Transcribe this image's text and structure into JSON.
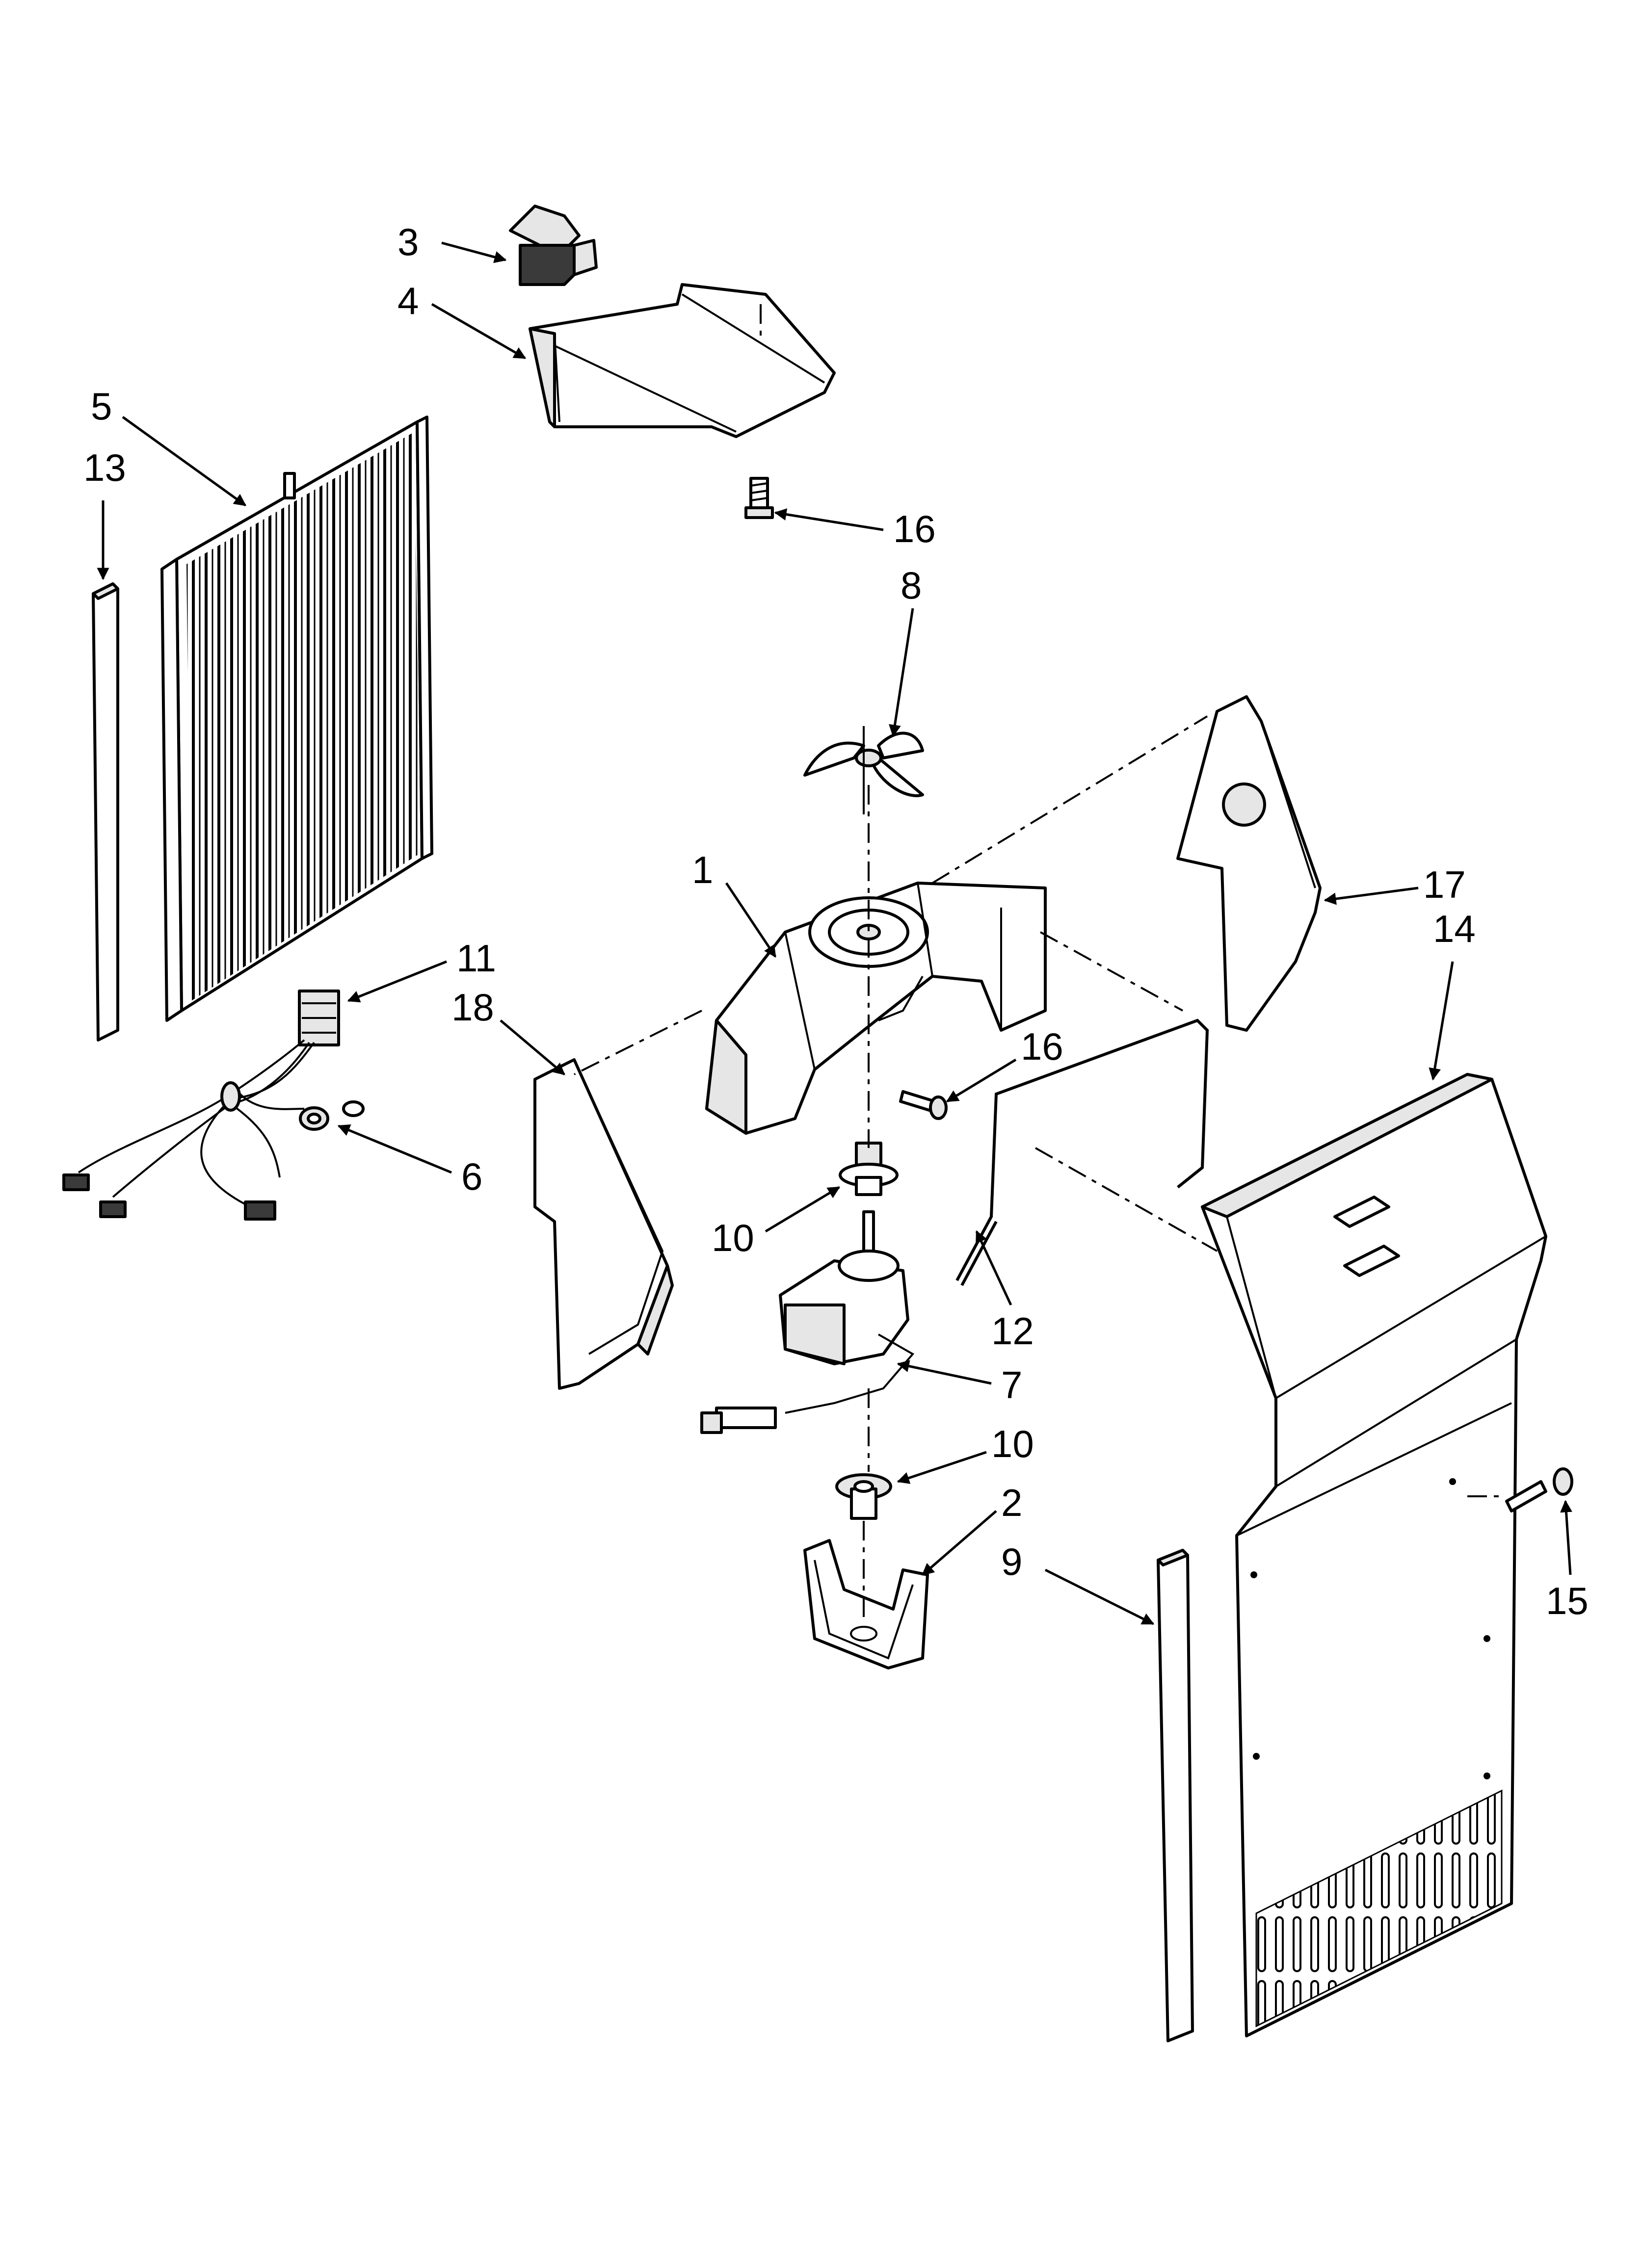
{
  "callouts": {
    "c1": "1",
    "c2": "2",
    "c3": "3",
    "c4": "4",
    "c5": "5",
    "c6": "6",
    "c7": "7",
    "c8": "8",
    "c9": "9",
    "c10a": "10",
    "c10b": "10",
    "c11": "11",
    "c12": "12",
    "c13": "13",
    "c14": "14",
    "c15": "15",
    "c16a": "16",
    "c16b": "16",
    "c17": "17",
    "c18": "18"
  }
}
